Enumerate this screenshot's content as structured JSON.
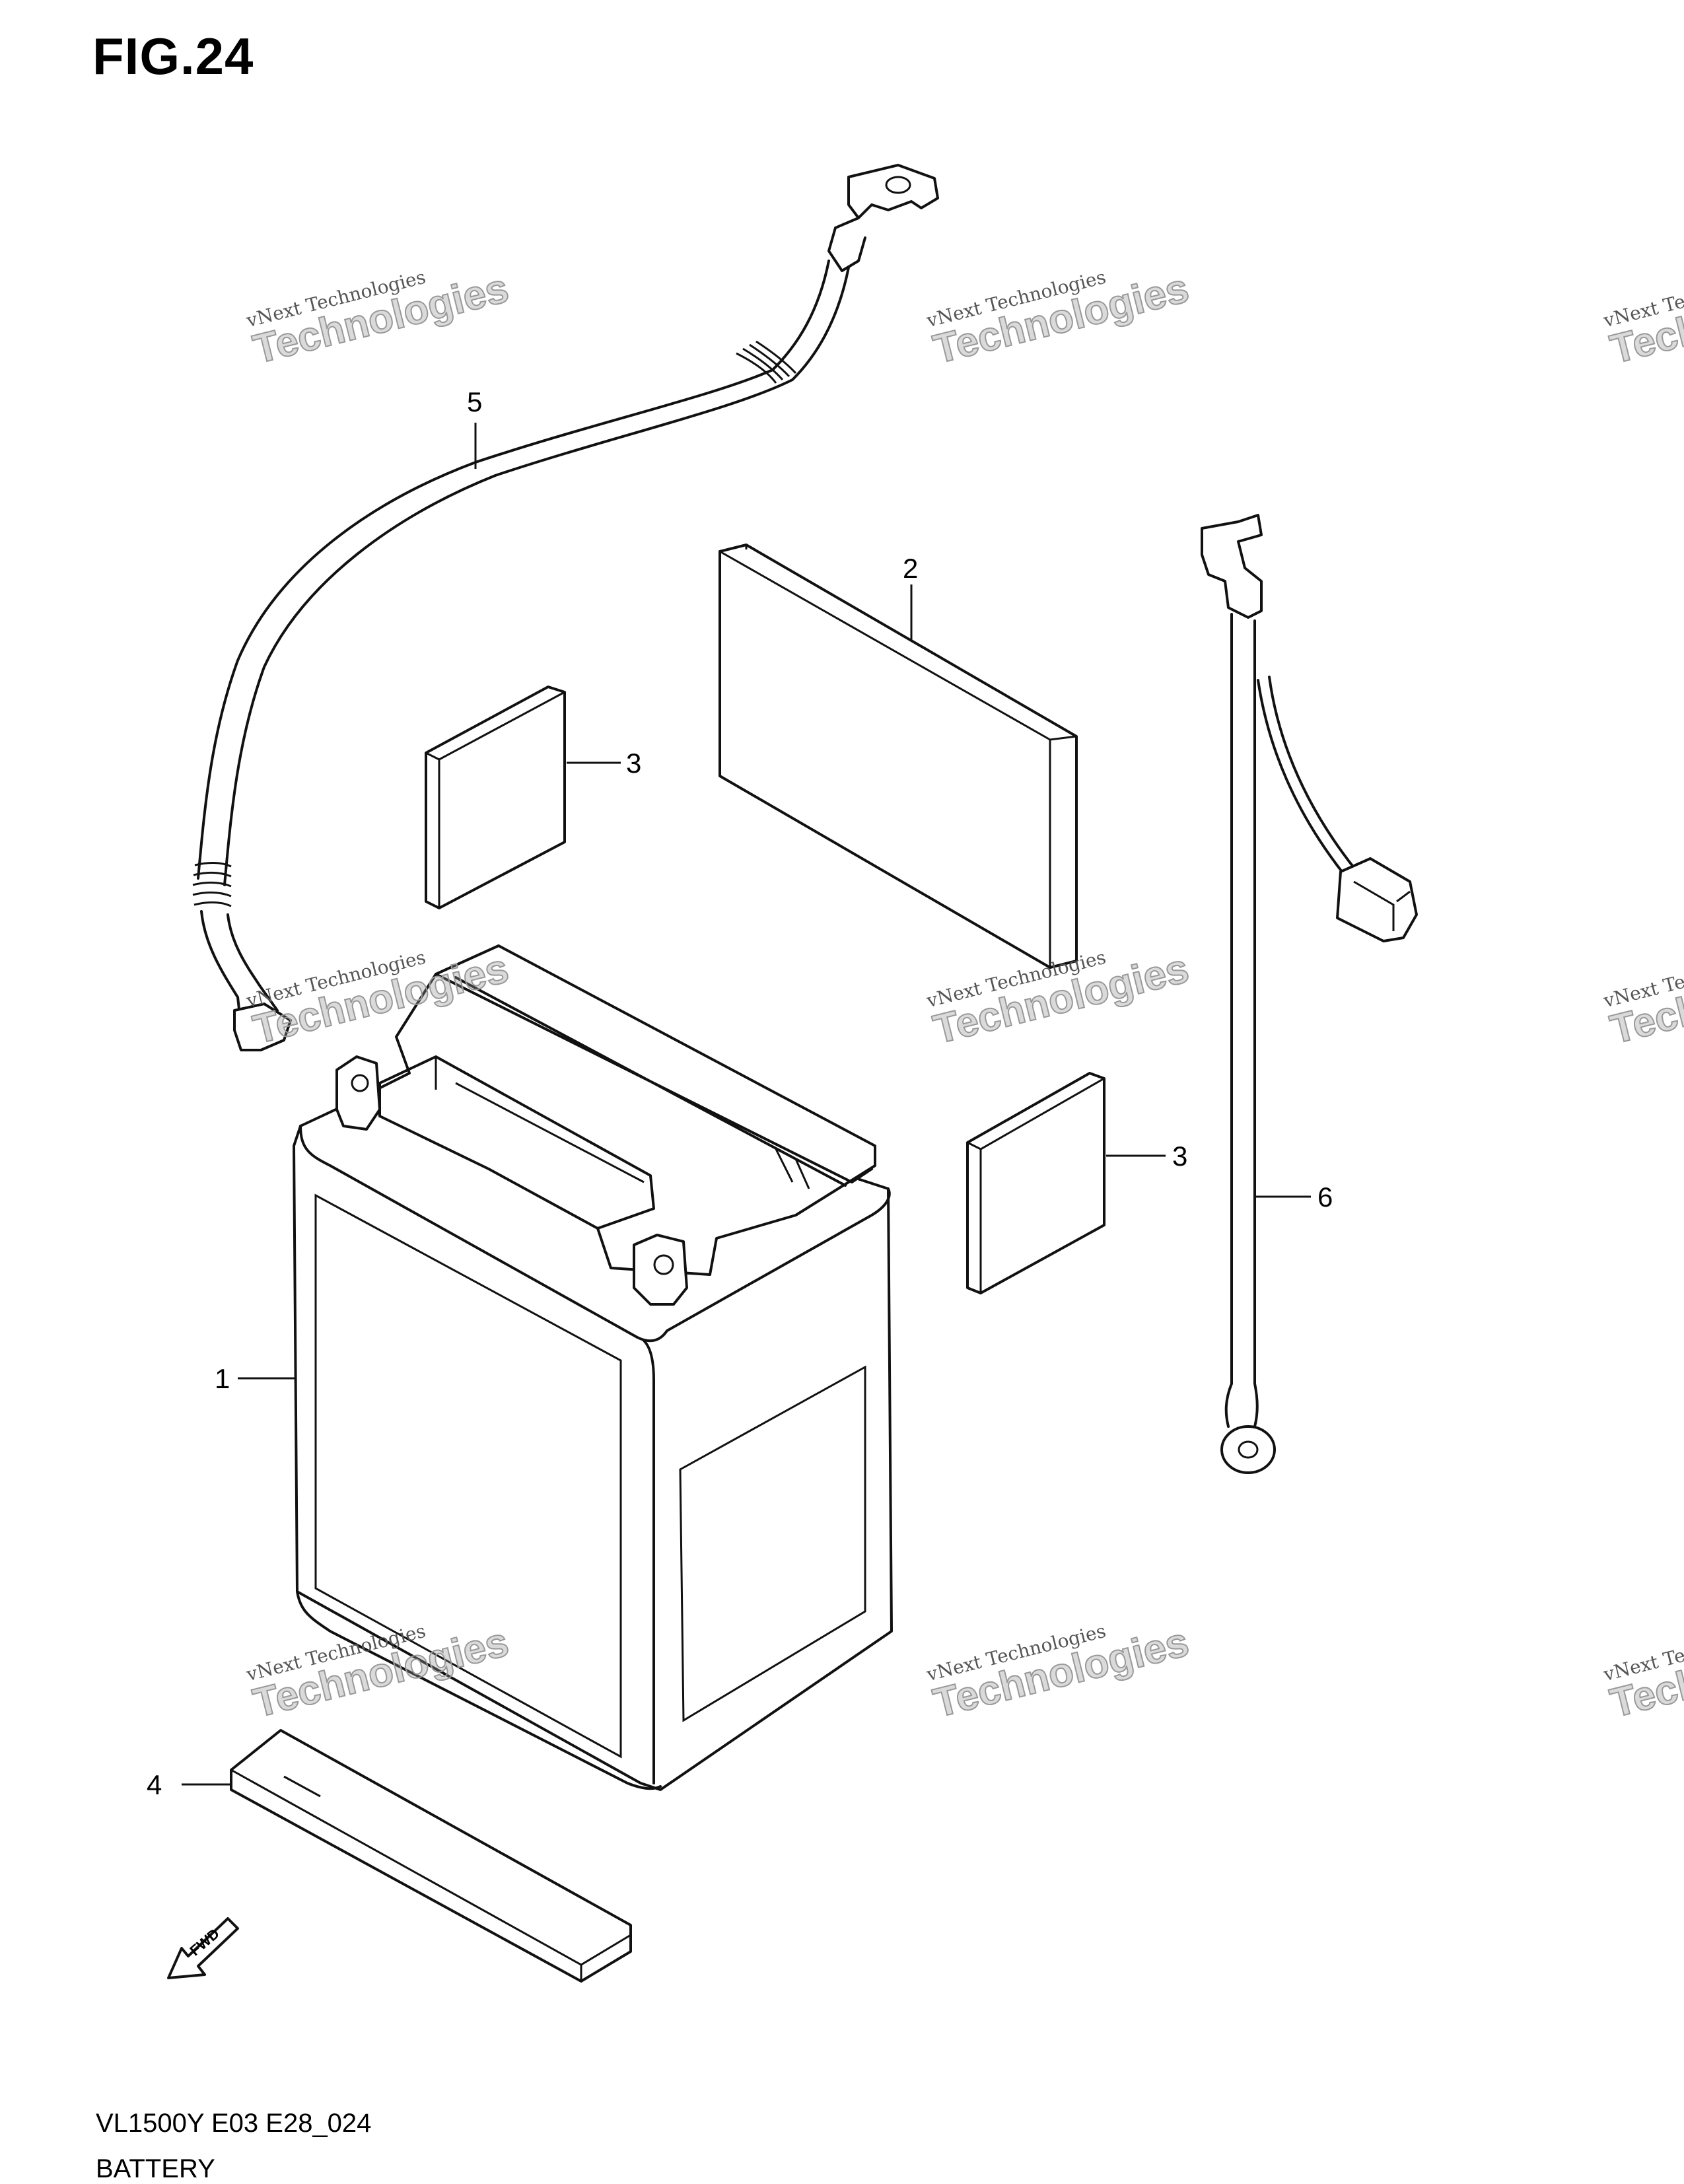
{
  "figure": {
    "title": "FIG.24"
  },
  "callouts": {
    "c1": "1",
    "c2": "2",
    "c3a": "3",
    "c3b": "3",
    "c4": "4",
    "c5": "5",
    "c6": "6"
  },
  "fwd_marker": {
    "label": "FWD"
  },
  "footer": {
    "model_code": "VL1500Y E03 E28_024",
    "part_group": "BATTERY"
  },
  "watermark": {
    "line1": "vNext Technologies",
    "line2": "Technologies",
    "overlay": "vNext"
  },
  "colors": {
    "ink": "#111111",
    "background": "#ffffff",
    "watermark": "#999999"
  }
}
